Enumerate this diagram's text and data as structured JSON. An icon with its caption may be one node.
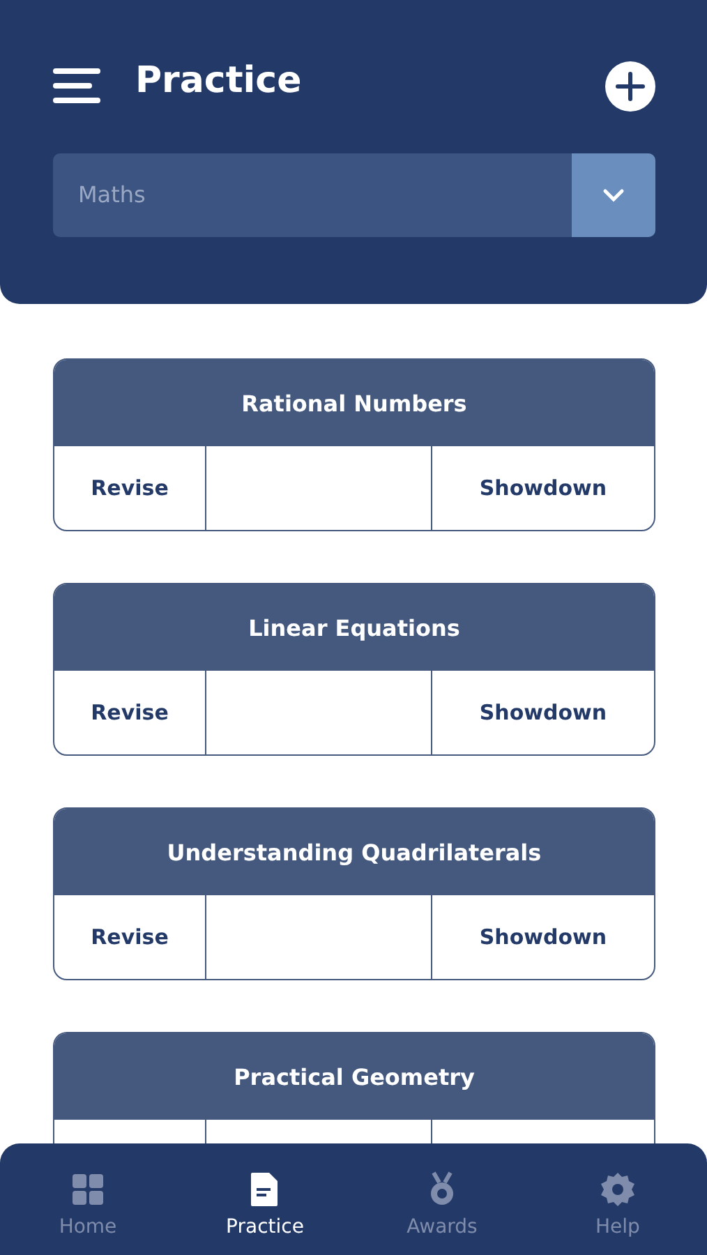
{
  "diagram": {
    "title": "Practice",
    "nodes": [
      {
        "text": [
          "Rational Numbers"
        ]
      },
      {
        "text": [
          "Revise"
        ],
        "in": 0
      },
      {
        "text": [],
        "shape": "box",
        "in": 0
      },
      {
        "text": [
          "Showdown"
        ],
        "in": 0
      },
      {
        "text": [
          "Linear Equations"
        ]
      },
      {
        "text": [
          "Revise"
        ],
        "in": 4
      },
      {
        "text": [],
        "shape": "box",
        "in": 4
      },
      {
        "text": [
          "Showdown"
        ],
        "in": 4
      },
      {
        "text": [
          "Understanding Quadrilaterals"
        ]
      },
      {
        "text": [
          "Revise"
        ],
        "in": 8
      },
      {
        "text": [],
        "shape": "box",
        "in": 8
      },
      {
        "text": [
          "Showdown"
        ],
        "in": 8
      },
      {
        "text": [
          "Practical Geometry"
        ]
      }
    ],
    "labels": [
      "Maths",
      "Home",
      "Practice",
      "Awards",
      "Help"
    ]
  }
}
